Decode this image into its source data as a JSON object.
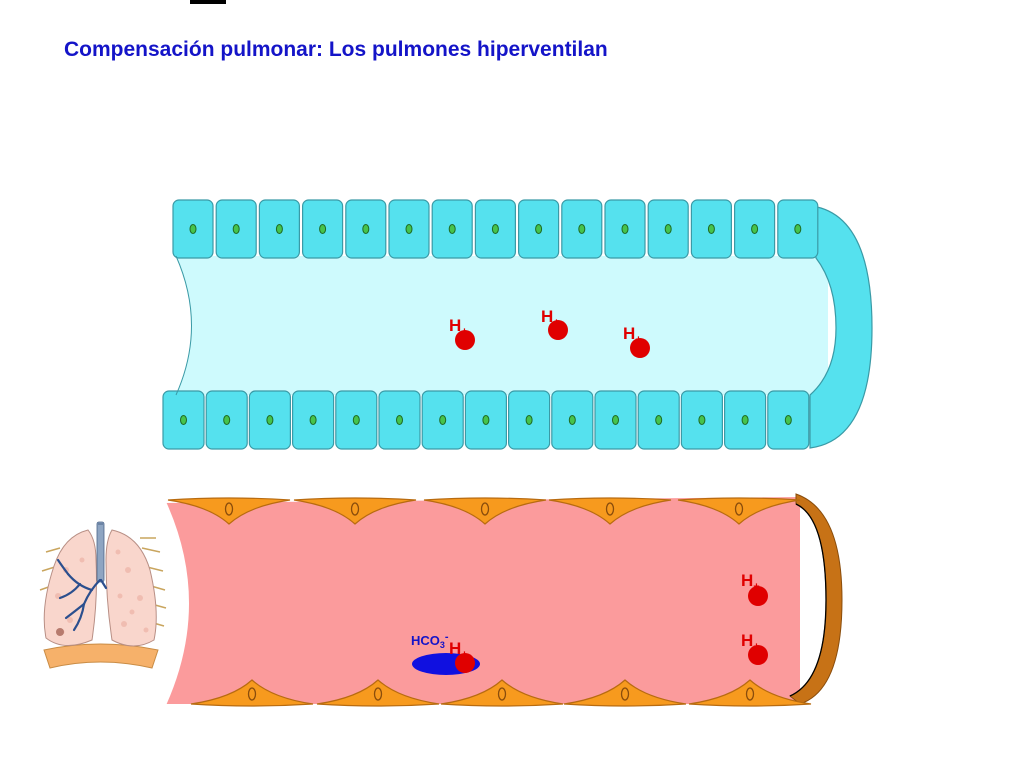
{
  "title": "Compensación pulmonar: Los pulmones hiperventilan",
  "ion_label": "H",
  "ion_charge": "+",
  "bicarbonate_label": "HCO",
  "bicarbonate_subscript": "3",
  "bicarbonate_charge": "-",
  "colors": {
    "title": "#1414c8",
    "airway_cell": "#55e1ee",
    "airway_lumen": "#cefafd",
    "vessel_lumen": "#fb9b9c",
    "endothelial_cell": "#f79a1e",
    "vessel_rim": "#c77216",
    "ion": "#e00000",
    "bicarbonate": "#1010e0"
  },
  "icons": {
    "lungs": "lungs-icon"
  }
}
